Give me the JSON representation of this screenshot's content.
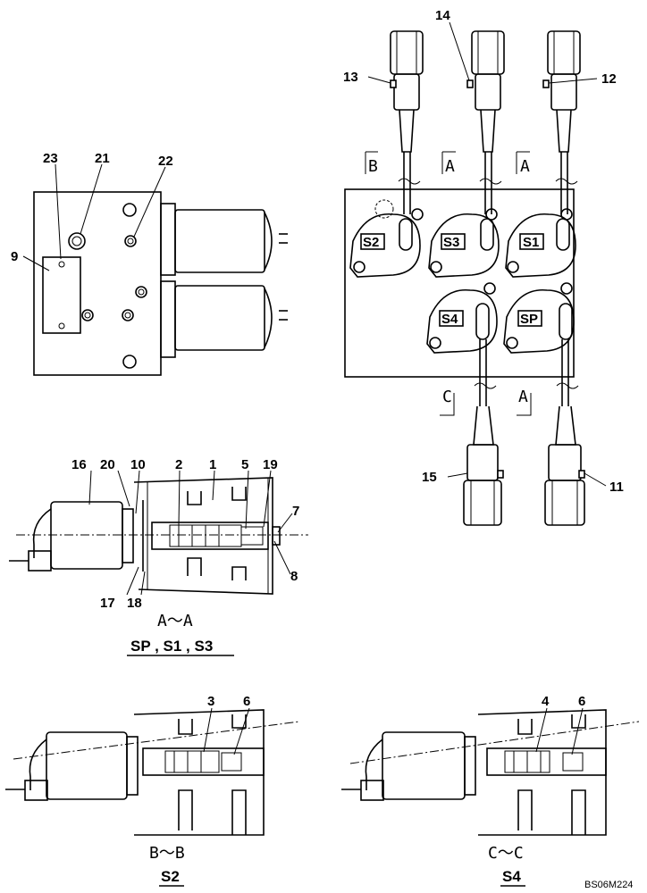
{
  "diagram": {
    "labels": {
      "n1": "1",
      "n2": "2",
      "n3": "3",
      "n4": "4",
      "n5": "5",
      "n6a": "6",
      "n6b": "6",
      "n7": "7",
      "n8": "8",
      "n9": "9",
      "n10": "10",
      "n11": "11",
      "n12": "12",
      "n13": "13",
      "n14": "14",
      "n15": "15",
      "n16": "16",
      "n17": "17",
      "n18": "18",
      "n19": "19",
      "n20": "20",
      "n21": "21",
      "n22": "22",
      "n23": "23"
    },
    "section_markers": {
      "b": "B",
      "a1": "A",
      "a2": "A",
      "c": "C",
      "a3": "A"
    },
    "solenoids": {
      "s2": "S2",
      "s3": "S3",
      "s1": "S1",
      "s4": "S4",
      "sp": "SP"
    },
    "sections": {
      "aa_title": "A～A",
      "aa_names": "SP , S1 , S3",
      "bb_title": "B～B",
      "bb_name": "S2",
      "cc_title": "C～C",
      "cc_name": "S4"
    },
    "drawing_code": "BS06M224"
  }
}
